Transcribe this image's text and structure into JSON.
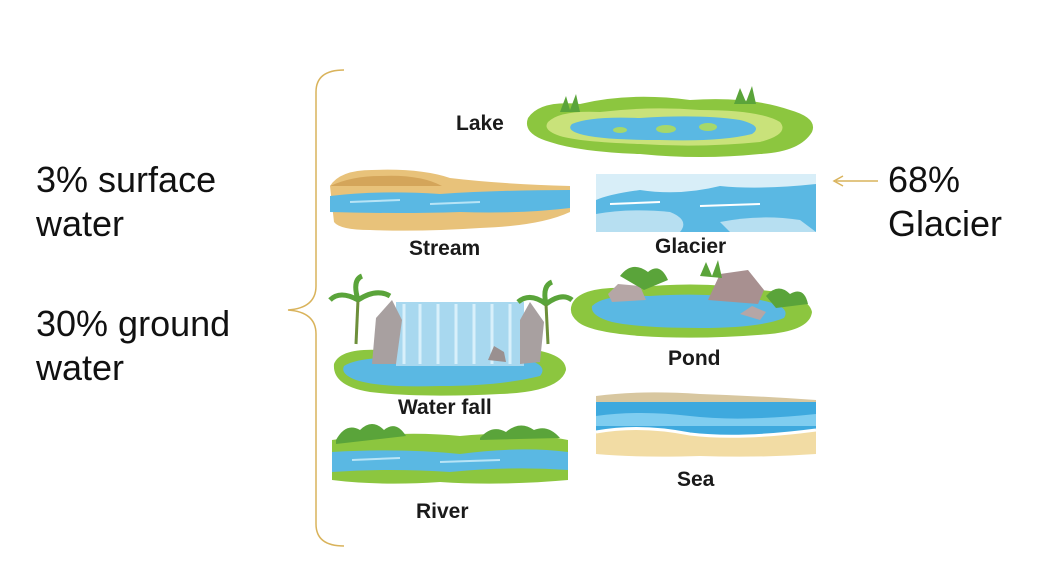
{
  "left_labels": {
    "surface_line1": "3% surface",
    "surface_line2": "water",
    "ground_line1": "30% ground",
    "ground_line2": "water"
  },
  "right_label": {
    "line1": "68%",
    "line2": "Glacier"
  },
  "water_bodies": {
    "lake": "Lake",
    "stream": "Stream",
    "glacier": "Glacier",
    "waterfall": "Water fall",
    "pond": "Pond",
    "river": "River",
    "sea": "Sea"
  },
  "colors": {
    "bracket": "#d9b35b",
    "arrow": "#d9b35b",
    "water": "#5ab8e3",
    "grass": "#8cc63f",
    "sand": "#e8c27a"
  },
  "icons": [
    "lake-illustration",
    "stream-illustration",
    "glacier-illustration",
    "waterfall-illustration",
    "pond-illustration",
    "river-illustration",
    "sea-illustration"
  ]
}
